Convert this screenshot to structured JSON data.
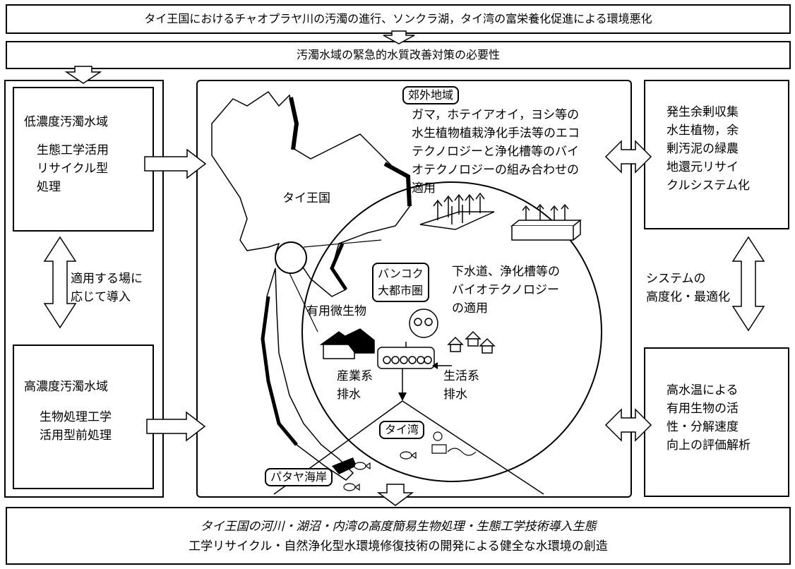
{
  "header": {
    "line1": "タイ王国におけるチャオプラヤ川の汚濁の進行、ソンクラ湖，タイ湾の富栄養化促進による環境悪化",
    "line2": "汚濁水域の緊急的水質改善対策の必要性"
  },
  "left": {
    "low": {
      "title": "低濃度汚濁水域",
      "body": "生態工学活用\nリサイクル型\n処理"
    },
    "apply": "適用する場に\n応じて導入",
    "high": {
      "title": "高濃度汚濁水域",
      "body": "生物処理工学\n活用型前処理"
    }
  },
  "center": {
    "suburb_label": "郊外地域",
    "suburb_text": "ガマ，ホテイアオイ，ヨシ等の\n水生植物植栽浄化手法等のエコ\nテクノロジーと浄化槽等のバイ\nオテクノロジーの組み合わせの\n適用",
    "thailand": "タイ王国",
    "bangkok_label": "バンコク\n大都市圏",
    "sewer_text": "下水道、浄化槽等の\nバイオテクノロジー\nの適用",
    "microbe": "有用微生物",
    "industrial": "産業系\n排水",
    "domestic": "生活系\n排水",
    "gulf": "タイ湾",
    "pattaya": "パタヤ海岸"
  },
  "right": {
    "top": "発生余剰収集\n水生植物，余\n剰汚泥の緑農\n地還元リサイ\nクルシステム化",
    "mid": "システムの\n高度化・最適化",
    "bottom": "高水温による\n有用生物の活\n性・分解速度\n向上の評価解析"
  },
  "footer": {
    "line1": "タイ王国の河川・湖沼・内湾の高度簡易生物処理・生態工学技術導入生態",
    "line2": "工学リサイクル・自然浄化型水環境修復技術の開発による健全な水環境の創造"
  }
}
